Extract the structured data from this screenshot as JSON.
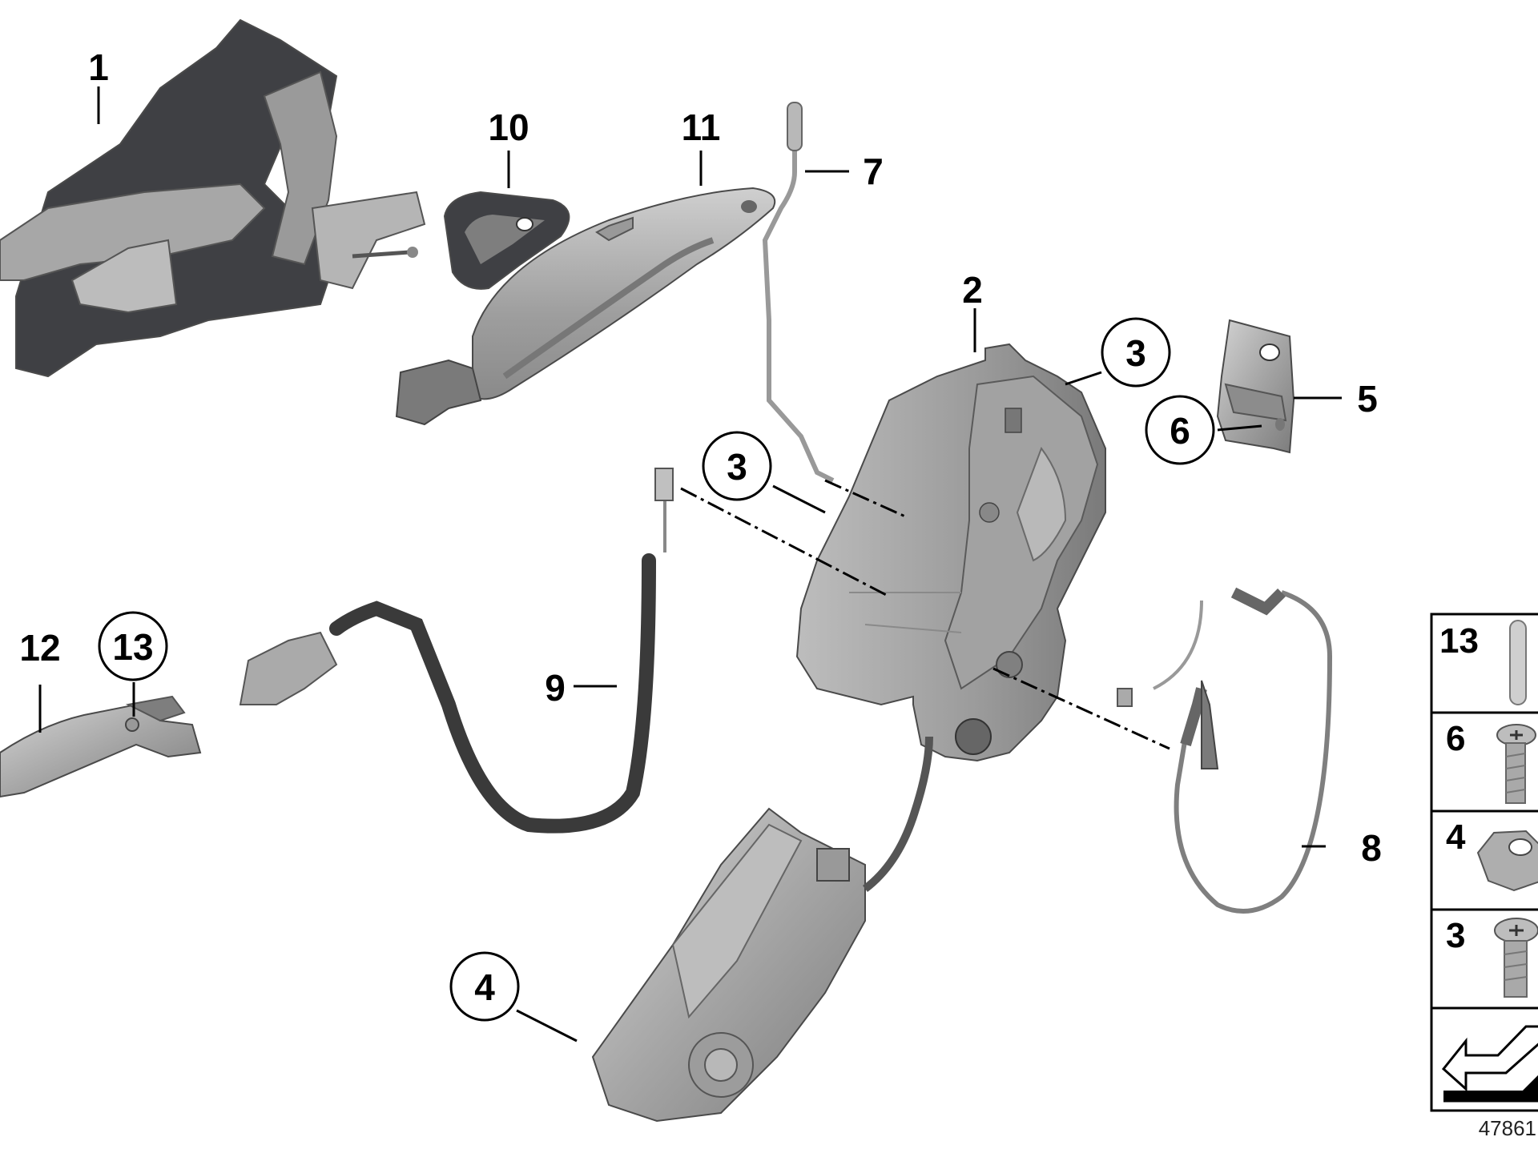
{
  "callouts": {
    "c1": "1",
    "c2": "2",
    "c3a": "3",
    "c3b": "3",
    "c4": "4",
    "c5": "5",
    "c6": "6",
    "c7": "7",
    "c8": "8",
    "c9": "9",
    "c10": "10",
    "c11": "11",
    "c12": "12",
    "c13": "13"
  },
  "legend": {
    "items": [
      {
        "number": "13",
        "icon": "pin-icon"
      },
      {
        "number": "6",
        "icon": "torx-bolt-icon"
      },
      {
        "number": "4",
        "icon": "hex-nut-icon"
      },
      {
        "number": "3",
        "icon": "torx-bolt-icon"
      },
      {
        "number": "",
        "icon": "orientation-arrow-icon"
      }
    ]
  },
  "reference_number": "47861",
  "colors": {
    "part_fill": "#a9a9a9",
    "part_dark": "#3f4044",
    "cable": "#3a3a3a",
    "line": "#000000"
  }
}
